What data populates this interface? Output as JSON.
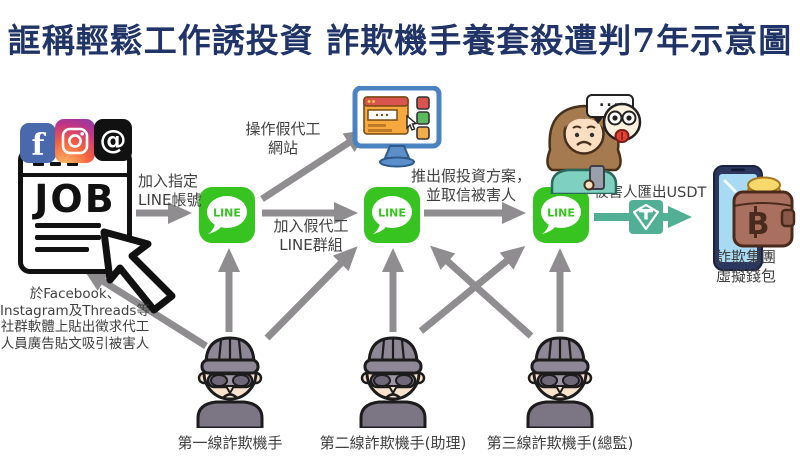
{
  "title": "誆稱輕鬆工作誘投資 詐欺機手養套殺遭判7年示意圖",
  "colors": {
    "title": "#203468",
    "arrow": "#8f8d90",
    "line_green": "#37c420",
    "tether": "#50af95",
    "text": "#3f3f3f"
  },
  "job": {
    "heading": "JOB",
    "note": "於Facebook、\nInstagram及Threads等\n社群軟體上貼出徵求代工\n人員廣告貼文吸引被害人"
  },
  "line_app": {
    "label": "LINE"
  },
  "edges": {
    "join_account": "加入指定\nLINE帳號",
    "operate_site": "操作假代工\n網站",
    "join_group": "加入假代工\nLINE群組",
    "investment": "推出假投資方案，\n並取信被害人",
    "usdt_out": "被害人匯出USDT"
  },
  "victim": {
    "bubble_dots": "..."
  },
  "wallet": {
    "label": "詐欺集團\n虛擬錢包"
  },
  "scammers": [
    {
      "label": "第一線詐欺機手"
    },
    {
      "label": "第二線詐欺機手(助理)"
    },
    {
      "label": "第三線詐欺機手(總監)"
    }
  ],
  "icons": {
    "facebook_glyph": "f",
    "threads_glyph": "@",
    "bitcoin_glyph": "B",
    "instagram": "camera-outline",
    "cursor": "pointer-arrow",
    "monitor": "fake-job-website-screen",
    "line": "green-speech-bubble",
    "victim": "sad-woman-with-phone",
    "devil_emoji": "tongue-out-face",
    "tether": "usdt-shield-T",
    "phone_wallet": "phone-with-crypto-wallet",
    "thief": "masked-scammer"
  }
}
